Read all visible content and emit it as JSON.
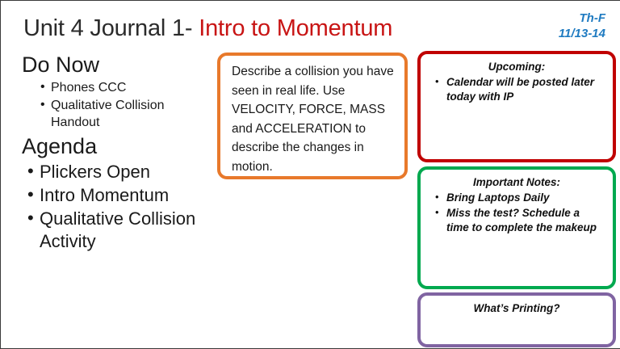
{
  "slide": {
    "title": {
      "dark_part": "Unit 4 Journal 1- ",
      "red_part": "Intro to Momentum",
      "red_color": "#C81414"
    },
    "date": {
      "days": "Th-F",
      "dates": "11/13-14",
      "color": "#1F7BC1"
    },
    "left_column": {
      "do_now": {
        "heading": "Do Now",
        "items": [
          "Phones CCC",
          "Qualitative Collision Handout"
        ]
      },
      "agenda": {
        "heading": "Agenda",
        "items": [
          "Plickers Open",
          "Intro Momentum",
          "Qualitative Collision Activity"
        ]
      }
    },
    "prompt_box": {
      "border_color": "#E8792B",
      "text": "Describe a collision you have seen in real life.  Use VELOCITY, FORCE, MASS and ACCELERATION to describe the changes in motion."
    },
    "upcoming_box": {
      "border_color": "#C00000",
      "heading": "Upcoming:",
      "items": [
        "Calendar will be posted later today with IP"
      ]
    },
    "notes_box": {
      "border_color": "#00A94F",
      "heading": "Important Notes:",
      "items": [
        "Bring Laptops Daily",
        "Miss the test?  Schedule a time to complete the makeup"
      ]
    },
    "printing_box": {
      "border_color": "#8064A2",
      "heading": "What’s Printing?",
      "items": []
    }
  }
}
